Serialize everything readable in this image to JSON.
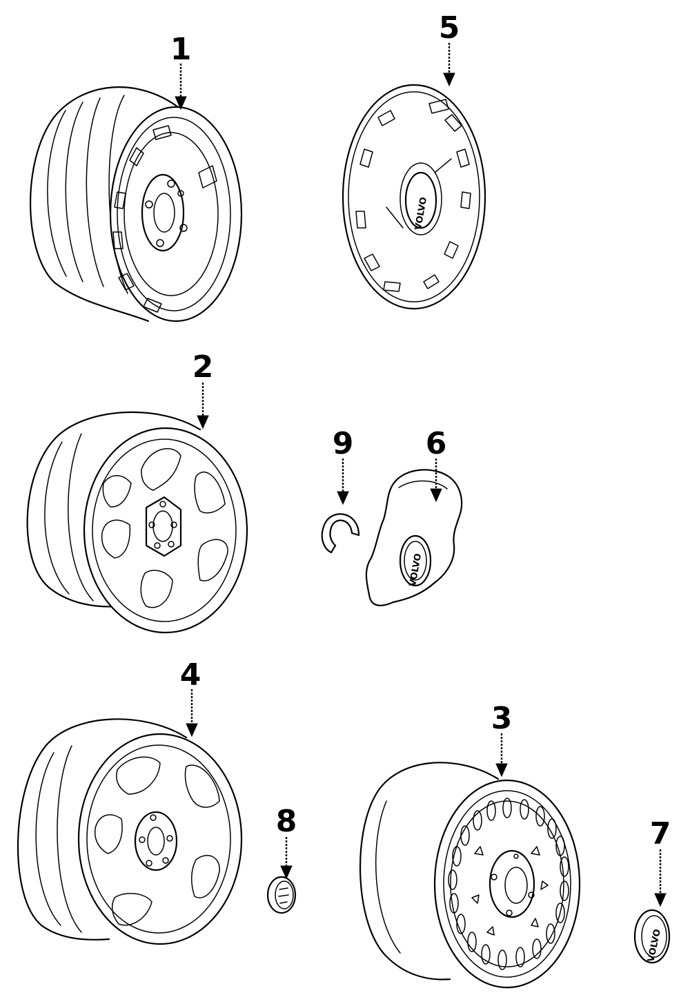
{
  "diagram": {
    "callouts": [
      {
        "id": "1",
        "label": "1"
      },
      {
        "id": "2",
        "label": "2"
      },
      {
        "id": "3",
        "label": "3"
      },
      {
        "id": "4",
        "label": "4"
      },
      {
        "id": "5",
        "label": "5"
      },
      {
        "id": "6",
        "label": "6"
      },
      {
        "id": "7",
        "label": "7"
      },
      {
        "id": "8",
        "label": "8"
      },
      {
        "id": "9",
        "label": "9"
      }
    ],
    "logo_text": "VOLVO"
  }
}
